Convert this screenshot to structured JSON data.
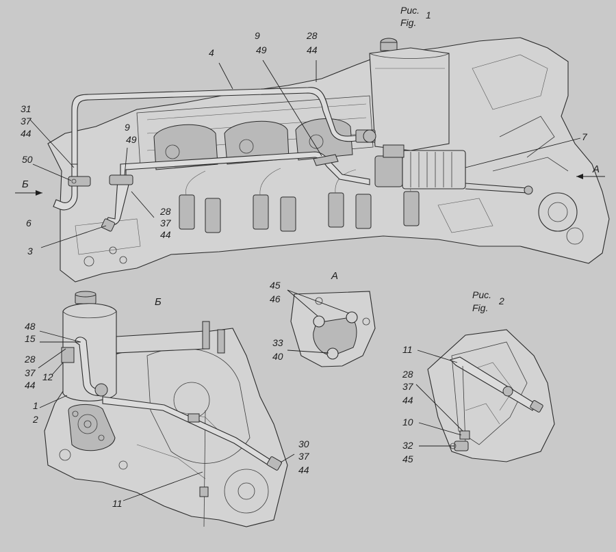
{
  "figures": {
    "fig1": {
      "ru": "Рис.",
      "en": "Fig.",
      "num": "1"
    },
    "fig2": {
      "ru": "Рис.",
      "en": "Fig.",
      "num": "2"
    }
  },
  "views": {
    "view_a": "A",
    "view_b": "Б",
    "arrow_a": "A",
    "arrow_b": "Б"
  },
  "callouts": {
    "fig1": [
      "31",
      "37",
      "44",
      "50",
      "6",
      "3",
      "9",
      "49",
      "28",
      "37",
      "44",
      "4",
      "9",
      "49",
      "28",
      "44",
      "7"
    ],
    "view_b": [
      "48",
      "15",
      "28",
      "37",
      "44",
      "12",
      "1",
      "2",
      "30",
      "37",
      "44",
      "11"
    ],
    "view_a": [
      "45",
      "46",
      "33",
      "40"
    ],
    "fig2": [
      "11",
      "28",
      "37",
      "44",
      "10",
      "32",
      "45"
    ]
  }
}
